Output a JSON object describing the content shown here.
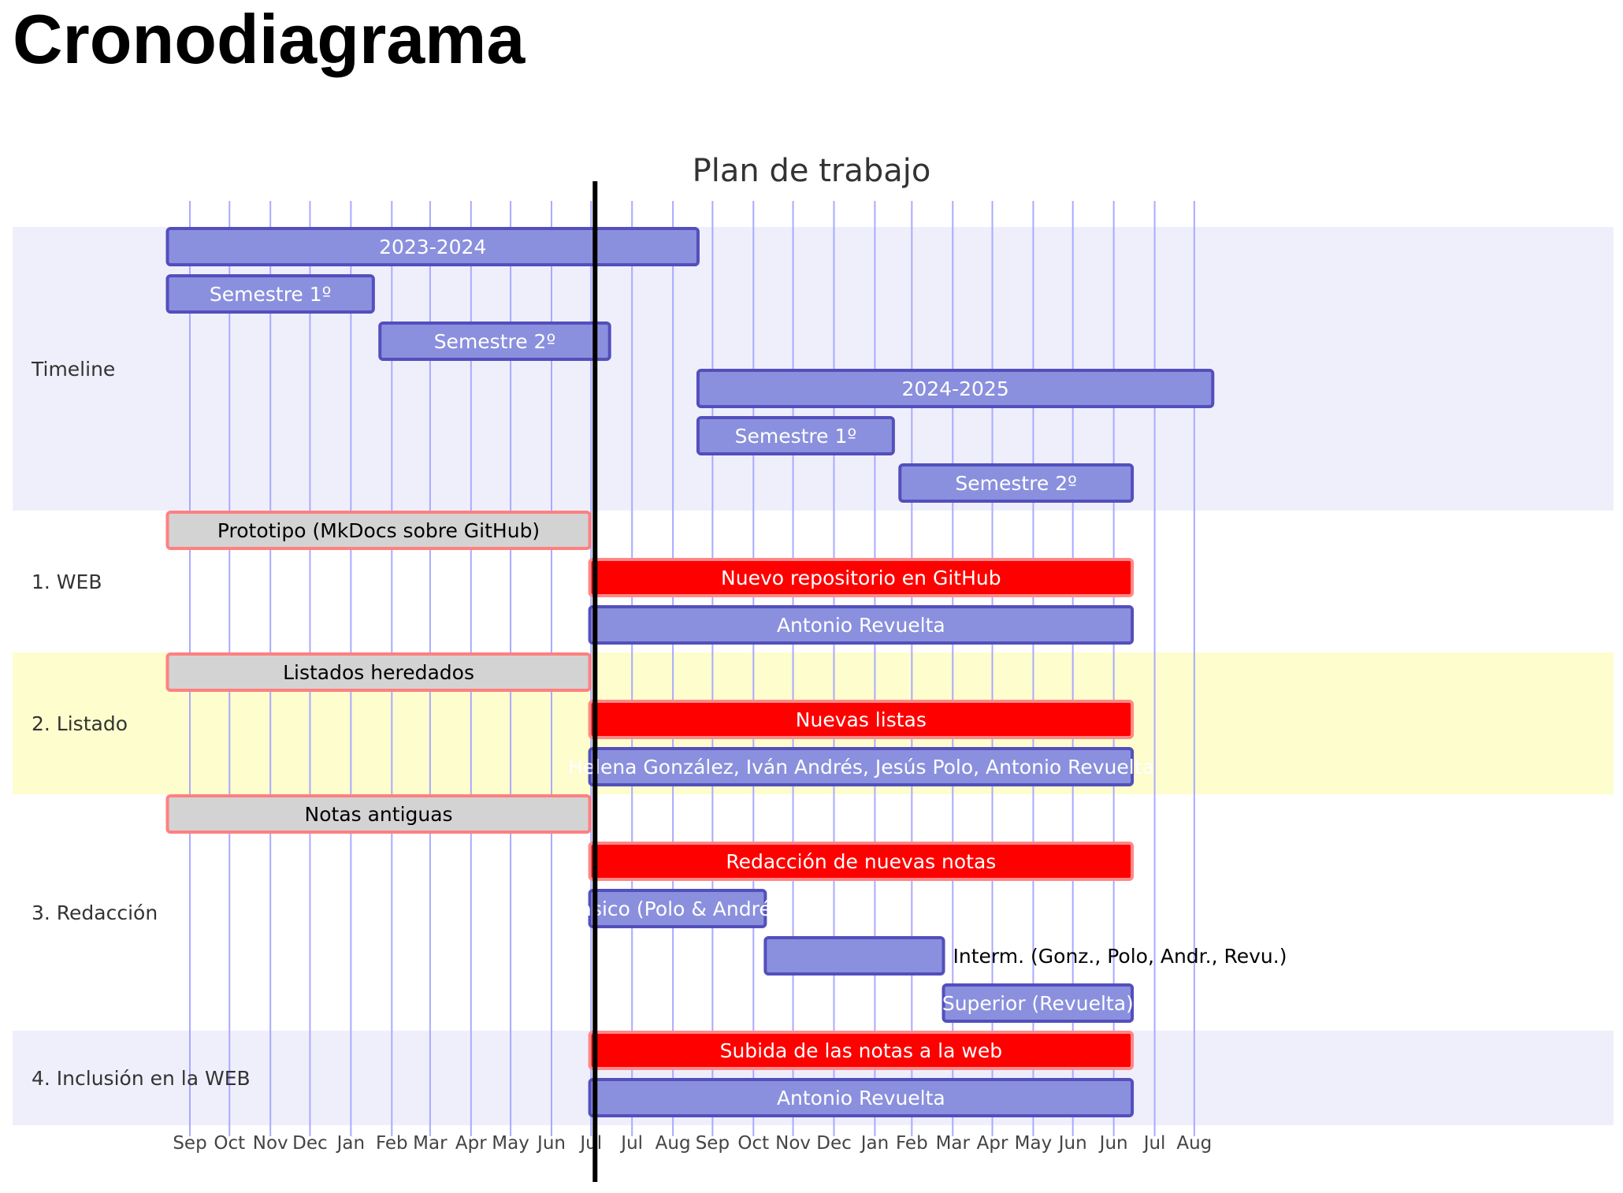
{
  "page": {
    "title": "Cronodiagrama"
  },
  "chart_data": {
    "type": "gantt",
    "title": "Plan de trabajo",
    "today_marker": "2024-07-04",
    "x_range": [
      "2023-08-01",
      "2025-09-30"
    ],
    "ticks": [
      {
        "date": "2023-09-01",
        "label": "Sep"
      },
      {
        "date": "2023-10-01",
        "label": "Oct"
      },
      {
        "date": "2023-11-01",
        "label": "Nov"
      },
      {
        "date": "2023-12-01",
        "label": "Dec"
      },
      {
        "date": "2024-01-01",
        "label": "Jan"
      },
      {
        "date": "2024-02-01",
        "label": "Feb"
      },
      {
        "date": "2024-03-01",
        "label": "Mar"
      },
      {
        "date": "2024-04-01",
        "label": "Apr"
      },
      {
        "date": "2024-05-01",
        "label": "May"
      },
      {
        "date": "2024-06-01",
        "label": "Jun"
      },
      {
        "date": "2024-07-01",
        "label": "Jul"
      },
      {
        "date": "2024-08-01",
        "label": "Jul"
      },
      {
        "date": "2024-09-01",
        "label": "Aug"
      },
      {
        "date": "2024-10-01",
        "label": "Sep"
      },
      {
        "date": "2024-11-01",
        "label": "Oct"
      },
      {
        "date": "2024-12-01",
        "label": "Nov"
      },
      {
        "date": "2025-01-01",
        "label": "Dec"
      },
      {
        "date": "2025-02-01",
        "label": "Jan"
      },
      {
        "date": "2025-03-01",
        "label": "Feb"
      },
      {
        "date": "2025-04-01",
        "label": "Mar"
      },
      {
        "date": "2025-05-01",
        "label": "Apr"
      },
      {
        "date": "2025-06-01",
        "label": "May"
      },
      {
        "date": "2025-07-01",
        "label": "Jun"
      },
      {
        "date": "2025-08-01",
        "label": "Jun"
      },
      {
        "date": "2025-09-01",
        "label": "Jul"
      },
      {
        "date": "2025-10-01",
        "label": "Aug"
      }
    ],
    "sections": [
      {
        "name": "Timeline",
        "tasks": [
          {
            "label": "2023-2024",
            "start": "2023-08-15",
            "end": "2024-09-20",
            "status": "normal"
          },
          {
            "label": "Semestre 1º",
            "start": "2023-08-15",
            "end": "2024-01-18",
            "status": "normal"
          },
          {
            "label": "Semestre 2º",
            "start": "2024-01-23",
            "end": "2024-07-15",
            "status": "normal"
          },
          {
            "label": "2024-2025",
            "start": "2024-09-20",
            "end": "2025-10-15",
            "status": "normal"
          },
          {
            "label": "Semestre 1º",
            "start": "2024-09-20",
            "end": "2025-02-15",
            "status": "normal"
          },
          {
            "label": "Semestre 2º",
            "start": "2025-02-20",
            "end": "2025-08-15",
            "status": "normal"
          }
        ]
      },
      {
        "name": "1. WEB",
        "tasks": [
          {
            "label": "Prototipo (MkDocs sobre GitHub)",
            "start": "2023-08-15",
            "end": "2024-06-30",
            "status": "done"
          },
          {
            "label": "Nuevo repositorio en GitHub",
            "start": "2024-06-30",
            "end": "2025-08-15",
            "status": "crit"
          },
          {
            "label": "Antonio Revuelta",
            "start": "2024-06-30",
            "end": "2025-08-15",
            "status": "normal"
          }
        ]
      },
      {
        "name": "2. Listado",
        "tasks": [
          {
            "label": "Listados heredados",
            "start": "2023-08-15",
            "end": "2024-06-30",
            "status": "done"
          },
          {
            "label": "Nuevas listas",
            "start": "2024-06-30",
            "end": "2025-08-15",
            "status": "crit"
          },
          {
            "label": "Helena González, Iván Andrés, Jesús Polo, Antonio Revuelta",
            "start": "2024-06-30",
            "end": "2025-08-15",
            "status": "normal"
          }
        ]
      },
      {
        "name": "3. Redacción",
        "tasks": [
          {
            "label": "Notas antiguas",
            "start": "2023-08-15",
            "end": "2024-06-30",
            "status": "done"
          },
          {
            "label": "Redacción de nuevas notas",
            "start": "2024-06-30",
            "end": "2025-08-15",
            "status": "crit"
          },
          {
            "label": "Básico (Polo & Andrés)",
            "start": "2024-06-30",
            "end": "2024-11-10",
            "status": "normal"
          },
          {
            "label": "Interm. (Gonz., Polo, Andr., Revu.)",
            "start": "2024-11-10",
            "end": "2025-03-25",
            "status": "normal",
            "label_outside": true
          },
          {
            "label": "Superior (Revuelta)",
            "start": "2025-03-25",
            "end": "2025-08-15",
            "status": "normal"
          }
        ]
      },
      {
        "name": "4. Inclusión en la WEB",
        "tasks": [
          {
            "label": "Subida de las notas a la web",
            "start": "2024-06-30",
            "end": "2025-08-15",
            "status": "crit"
          },
          {
            "label": "Antonio Revuelta",
            "start": "2024-06-30",
            "end": "2025-08-15",
            "status": "normal"
          }
        ]
      }
    ],
    "colors": {
      "section_even": "#efeffc",
      "section_odd": "#ffffff",
      "section_alt": "#fdfdcd",
      "normal_fill": "#8a90dd",
      "normal_stroke": "#534fbc",
      "done_fill": "#d3d3d3",
      "done_stroke": "#ff8080",
      "crit_fill": "#ff0000",
      "crit_stroke": "#ff8888",
      "grid": "#aaaaff",
      "today": "#000000"
    }
  }
}
